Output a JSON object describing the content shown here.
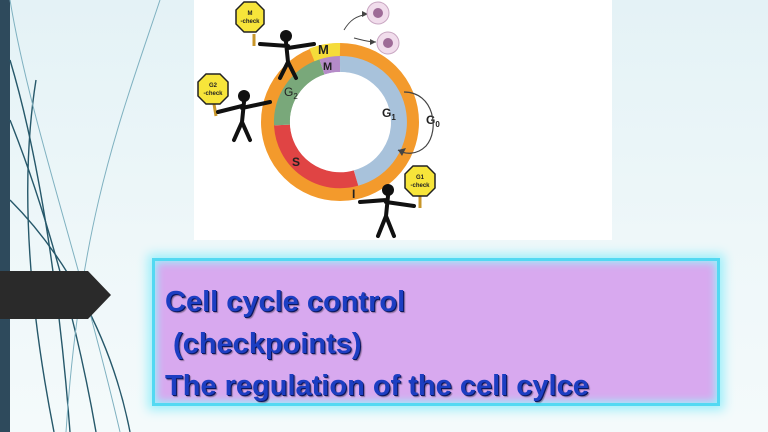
{
  "diagram": {
    "phases": {
      "m": "M",
      "m_inner": "M",
      "g2": "G",
      "g2_sub": "2",
      "g1": "G",
      "g1_sub": "1",
      "g0": "G",
      "g0_sub": "0",
      "s": "S",
      "i": "I"
    },
    "checkpoints": {
      "m_line1": "M",
      "m_line2": "-check",
      "g2_line1": "G2",
      "g2_line2": "-check",
      "g1_line1": "G1",
      "g1_line2": "-check"
    },
    "colors": {
      "interphase_ring": "#f39a2c",
      "mitosis": "#f5dc3a",
      "g1": "#a8c2db",
      "s": "#e04444",
      "g2": "#79a87a",
      "sign": "#f7e53a"
    }
  },
  "title": {
    "line1": "Cell cycle control",
    "line2": " (checkpoints)",
    "line3": "The regulation of the cell cylce"
  }
}
